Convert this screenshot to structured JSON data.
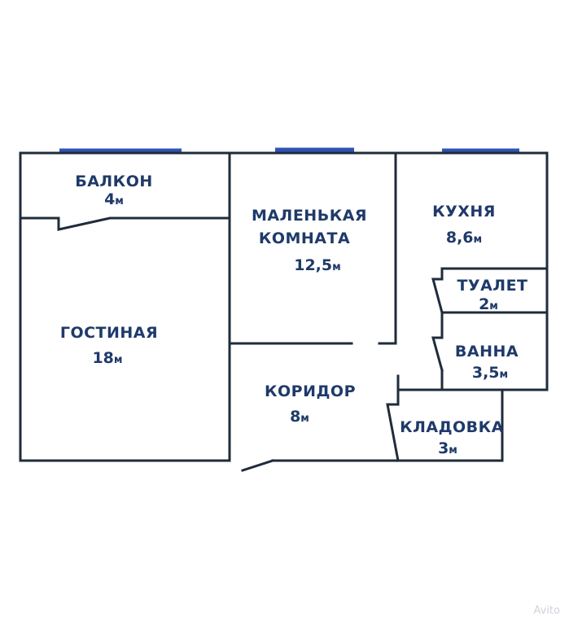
{
  "rooms": [
    {
      "name": "БАЛКОН",
      "area": "4",
      "unit": "м"
    },
    {
      "name": "ГОСТИНАЯ",
      "area": "18",
      "unit": "м"
    },
    {
      "name_line1": "МАЛЕНЬКАЯ",
      "name_line2": "КОМНАТА",
      "area": "12,5",
      "unit": "м"
    },
    {
      "name": "КУХНЯ",
      "area": "8,6",
      "unit": "м"
    },
    {
      "name": "ТУАЛЕТ",
      "area": "2",
      "unit": "м"
    },
    {
      "name": "ВАННА",
      "area": "3,5",
      "unit": "м"
    },
    {
      "name": "КОРИДОР",
      "area": "8",
      "unit": "м"
    },
    {
      "name": "КЛАДОВКА",
      "area": "3",
      "unit": "м"
    }
  ],
  "watermark": "Avito",
  "colors": {
    "walls": "#1f2c3a",
    "windows": "#2f53b5",
    "text": "#1f3a6a"
  }
}
